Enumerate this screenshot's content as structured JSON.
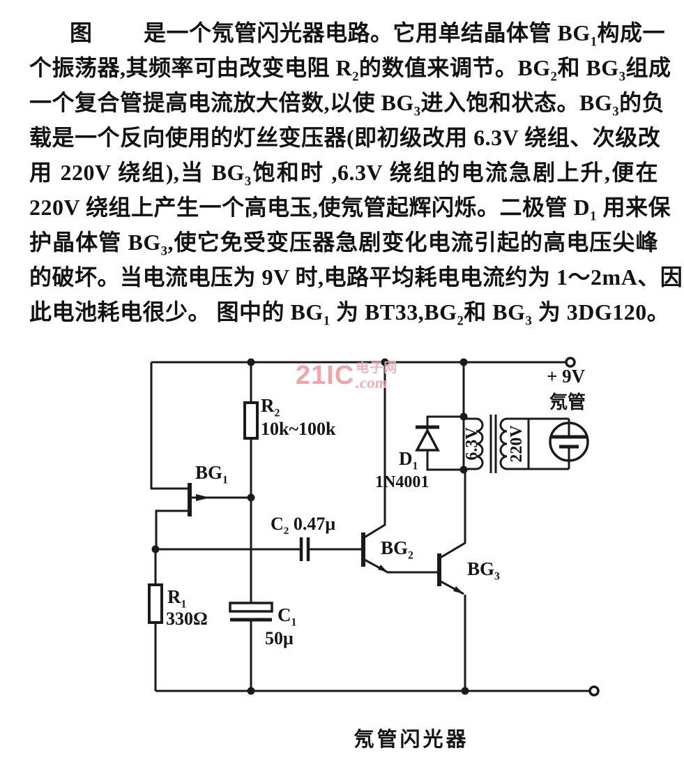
{
  "page": {
    "background": "#ffffff",
    "ink_color": "#141414",
    "wire_color": "#1a1a1a",
    "watermark_color": "#ec99a1"
  },
  "paragraph": {
    "lines": [
      [
        "图　　 是一个氖管闪光器电路。它用单结晶体管 BG",
        {
          "sub": "1"
        },
        "构成一"
      ],
      [
        "个振荡器,其频率可由改变电阻 R",
        {
          "sub": "2"
        },
        "的数值来调节。BG",
        {
          "sub": "2"
        },
        "和 BG",
        {
          "sub": "3"
        },
        "组成"
      ],
      [
        "一个复合管提高电流放大倍数,以使 BG",
        {
          "sub": "3"
        },
        "进入饱和状态。BG",
        {
          "sub": "3"
        },
        "的负"
      ],
      [
        "载是一个反向使用的灯丝变压器(即初级改用 6.3V 绕组、次级改"
      ],
      [
        "用 220V 绕组),当 BG",
        {
          "sub": "3"
        },
        "饱和时 ,6.3V 绕组的电流急剧上升,便在"
      ],
      [
        "220V 绕组上产生一个高电玉,使氖管起辉闪烁。二极管 D",
        {
          "sub": "1"
        },
        " 用来保"
      ],
      [
        "护晶体管 BG",
        {
          "sub": "3"
        },
        ",使它免受变压器急剧变化电流引起的高电压尖峰"
      ],
      [
        "的破坏。当电流电压为 9V 时,电路平均耗电电流约为 1～2mA、因"
      ],
      [
        "此电池耗电很少。 图中的 BG",
        {
          "sub": "1"
        },
        " 为 BT33,BG",
        {
          "sub": "2"
        },
        "和 BG",
        {
          "sub": "3"
        },
        " 为 3DG120。"
      ]
    ]
  },
  "watermark": {
    "brand": "21IC",
    "site": "电子网",
    "domain": ".com"
  },
  "schematic": {
    "labels": {
      "r2": [
        "R",
        {
          "sub": "2"
        }
      ],
      "r2_value": "10k~100k",
      "bg1": [
        "BG",
        {
          "sub": "1"
        }
      ],
      "c2": [
        "C",
        {
          "sub": "2"
        },
        " 0.47μ"
      ],
      "bg2": [
        "BG",
        {
          "sub": "2"
        }
      ],
      "bg3": [
        "BG",
        {
          "sub": "3"
        }
      ],
      "r1": [
        "R",
        {
          "sub": "1"
        }
      ],
      "r1_value": "330Ω",
      "c1": [
        "C",
        {
          "sub": "1"
        }
      ],
      "c1_value": "50μ",
      "d1": [
        "D",
        {
          "sub": "1"
        }
      ],
      "d1_part": "1N4001",
      "primary_winding": "6.3V",
      "secondary_winding": "220V",
      "supply": "+ 9V",
      "neon_tube": "氖管"
    },
    "caption": "氖管闪光器"
  }
}
